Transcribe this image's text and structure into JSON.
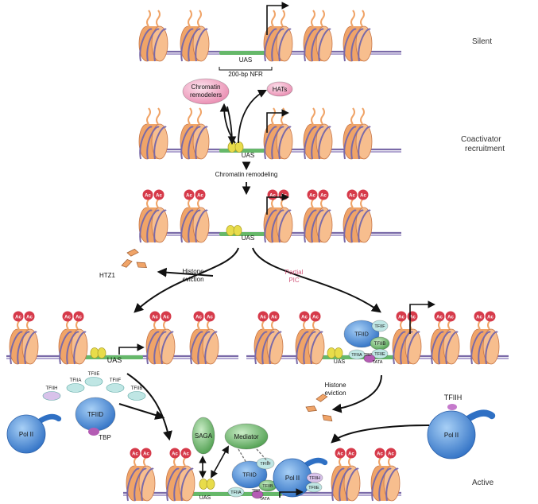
{
  "stages": {
    "silent": "Silent",
    "coactivator": [
      "Coactivator",
      "recruitment"
    ],
    "active": "Active"
  },
  "labels": {
    "uas": "UAS",
    "nfr": "200-bp NFR",
    "chromatin_remodelers": [
      "Chromatin",
      "remodelers"
    ],
    "hats": "HATs",
    "chromatin_remodeling": "Chromatin remodeling",
    "histone_eviction": [
      "Histone",
      "eviction"
    ],
    "htz1": "HTZ1",
    "partial_pic": [
      "Partial",
      "PIC"
    ],
    "ac": "Ac",
    "tfiid": "TFIID",
    "tfiif": "TFIIF",
    "tfiib": "TFIIB",
    "tfiie": "TFIIE",
    "tfiia": "TFIIA",
    "tfiih": "TFIIH",
    "tbp": "TBP",
    "tata": "TATA",
    "pol2": "Pol II",
    "saga": "SAGA",
    "mediator": "Mediator"
  },
  "colors": {
    "nucleosome": "#f0a468",
    "nucleosome_dark": "#c8784a",
    "dna": "#7a6aa8",
    "nfr_dna": "#66b86a",
    "ac_mark": "#d63a4a",
    "blue_protein": "#3f86d6",
    "green_protein": "#5cae5c",
    "pink_bubble": "#f2a6c0",
    "activator": "#e8dc4a",
    "purple_tbp": "#b45cb4",
    "partial_pic_text": "#d0567a"
  }
}
